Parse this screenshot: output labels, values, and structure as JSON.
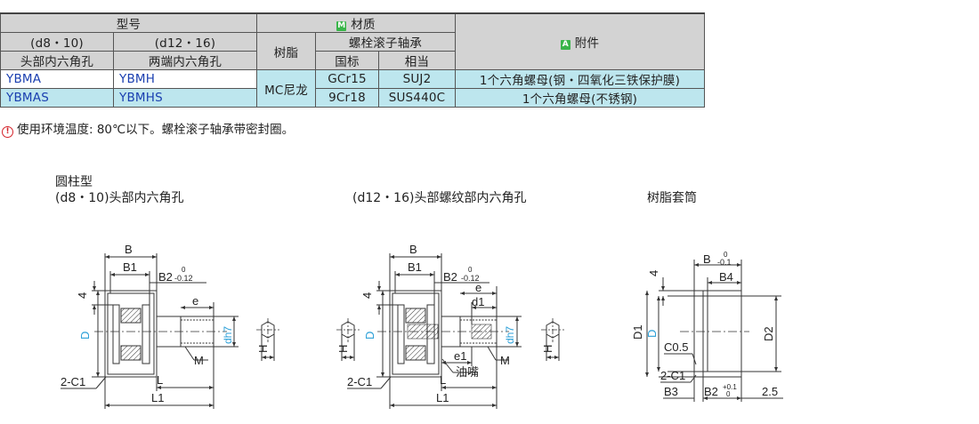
{
  "table": {
    "header": {
      "model": "型号",
      "material_badge": "M",
      "material": "材质",
      "accessory_badge": "A",
      "accessory": "附件",
      "d_small": "(d8・10)",
      "d_large": "(d12・16)",
      "resin": "树脂",
      "bearing": "螺栓滚子轴承",
      "hole_head": "头部内六角孔",
      "hole_both": "两端内六角孔",
      "national_std": "国标",
      "equivalent": "相当"
    },
    "rows": [
      {
        "model_a": "YBMA",
        "model_b": "YBMH",
        "gb": "GCr15",
        "eq": "SUJ2",
        "accessory": "1个六角螺母(钢・四氧化三铁保护膜)"
      },
      {
        "model_a": "YBMAS",
        "model_b": "YBMHS",
        "gb": "9Cr18",
        "eq": "SUS440C",
        "accessory": "1个六角螺母(不锈钢)"
      }
    ],
    "resin_value": "MC尼龙"
  },
  "note": {
    "icon": "warning-circle-icon",
    "text": "使用环境温度: 80℃以下。螺栓滚子轴承带密封圈。"
  },
  "drawings": {
    "left": {
      "title_line1": "圆柱型",
      "title_line2": "(d8・10)头部内六角孔",
      "labels": {
        "B": "B",
        "B1": "B1",
        "B2": "B2",
        "B2_tol_upper": "0",
        "B2_tol_lower": "-0.12",
        "four": "4",
        "D": "D",
        "e": "e",
        "dh7": "dh7",
        "M": "M",
        "H": "H",
        "c": "2-C1",
        "L": "L",
        "L1": "L1"
      }
    },
    "middle": {
      "title": "(d12・16)头部螺纹部内六角孔",
      "labels": {
        "B": "B",
        "B1": "B1",
        "B2": "B2",
        "B2_tol_upper": "0",
        "B2_tol_lower": "-0.12",
        "four": "4",
        "D": "D",
        "e": "e",
        "d1": "d1",
        "e1": "e1",
        "oil": "油嘴",
        "dh7": "dh7",
        "M": "M",
        "H": "H",
        "c": "2-C1",
        "L": "L",
        "L1": "L1"
      }
    },
    "right": {
      "title": "树脂套筒",
      "labels": {
        "B": "B",
        "B_tol_upper": "0",
        "B_tol_lower": "-0.1",
        "B4": "B4",
        "four": "4",
        "D1": "D1",
        "D": "D",
        "D2": "D2",
        "c05": "C0.5",
        "c": "2-C1",
        "B3": "B3",
        "B2": "B2",
        "B2_tol_upper": "+0.1",
        "B2_tol_lower": "0",
        "dim25": "2.5"
      }
    }
  },
  "colors": {
    "header_gray": "#d3d3d3",
    "row_teal": "#bde6ee",
    "model_blue": "#1a3fb0",
    "dim_blue": "#2a9fd8",
    "badge_green": "#39b54a",
    "warn_red": "#d4232a"
  }
}
